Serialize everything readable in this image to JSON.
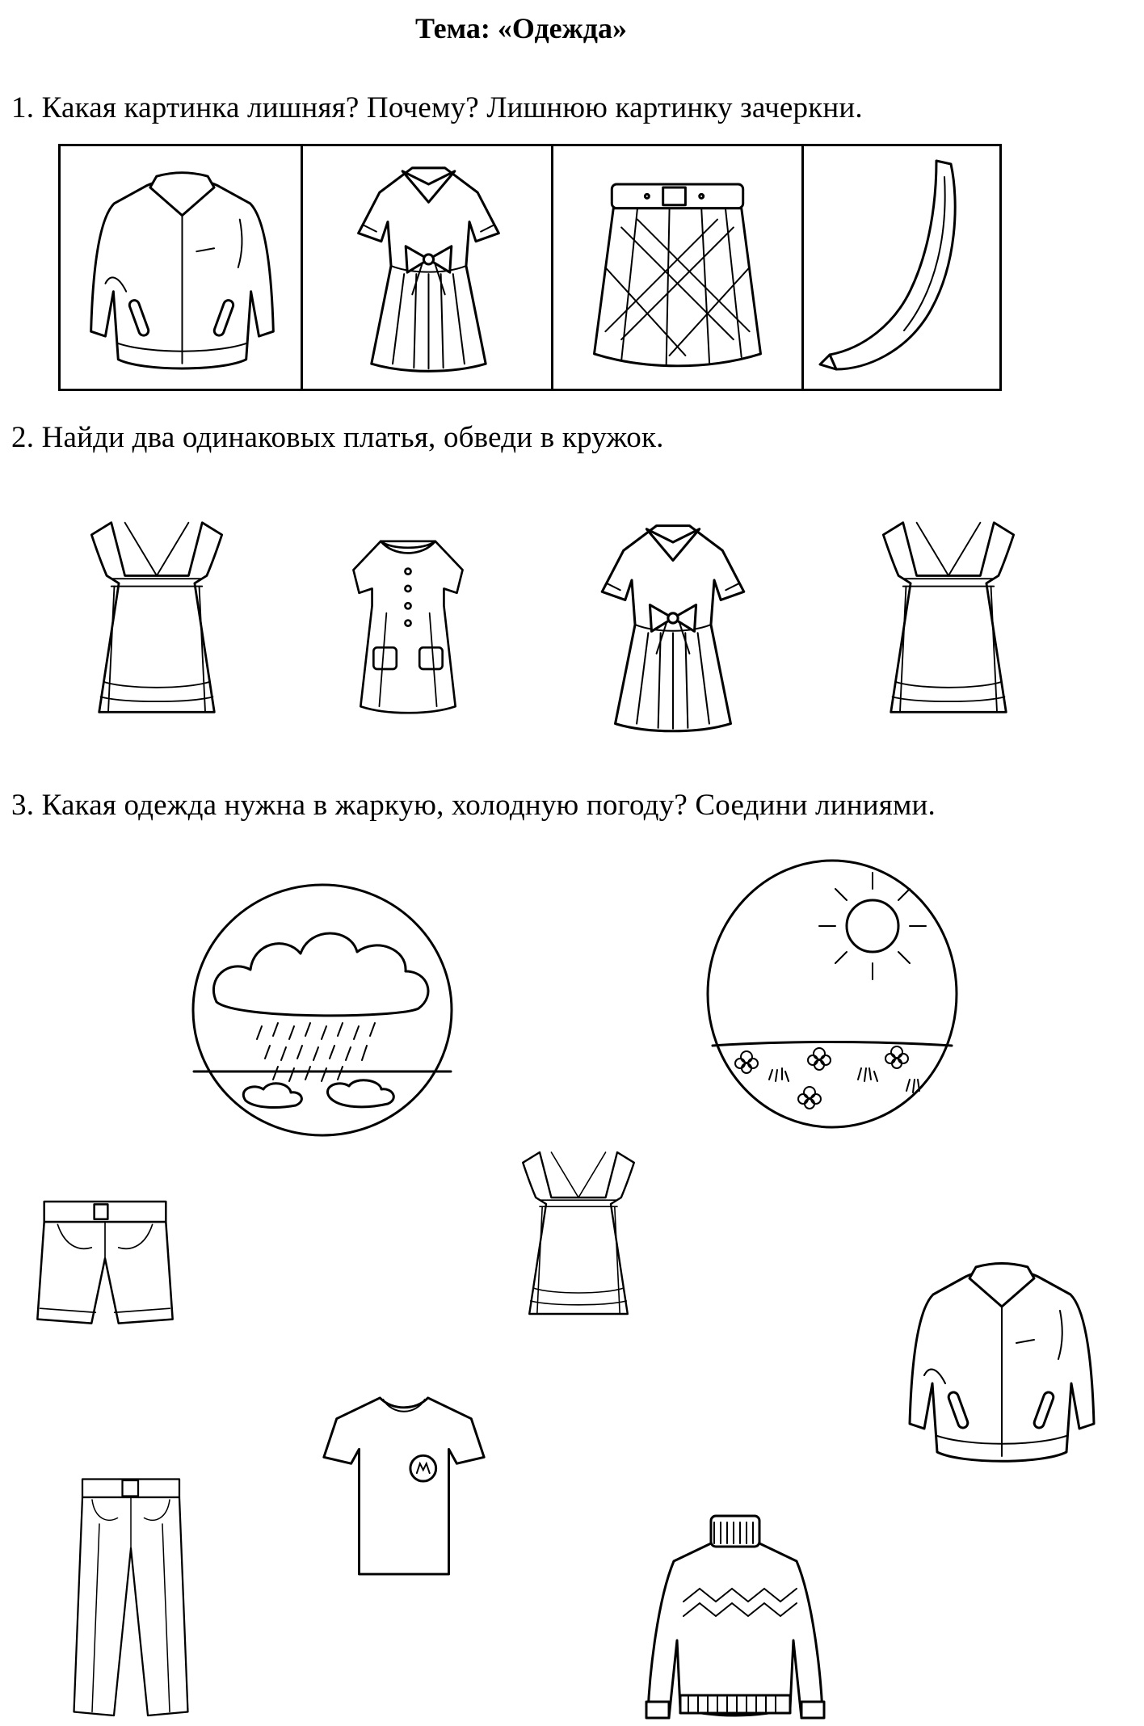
{
  "title": "Тема: «Одежда»",
  "tasks": [
    {
      "text": "1. Какая картинка лишняя? Почему? Лишнюю картинку зачеркни."
    },
    {
      "text": "2. Найди два одинаковых платья, обведи в кружок."
    },
    {
      "text": "3. Какая одежда нужна в жаркую, холодную погоду? Соедини линиями."
    }
  ]
}
